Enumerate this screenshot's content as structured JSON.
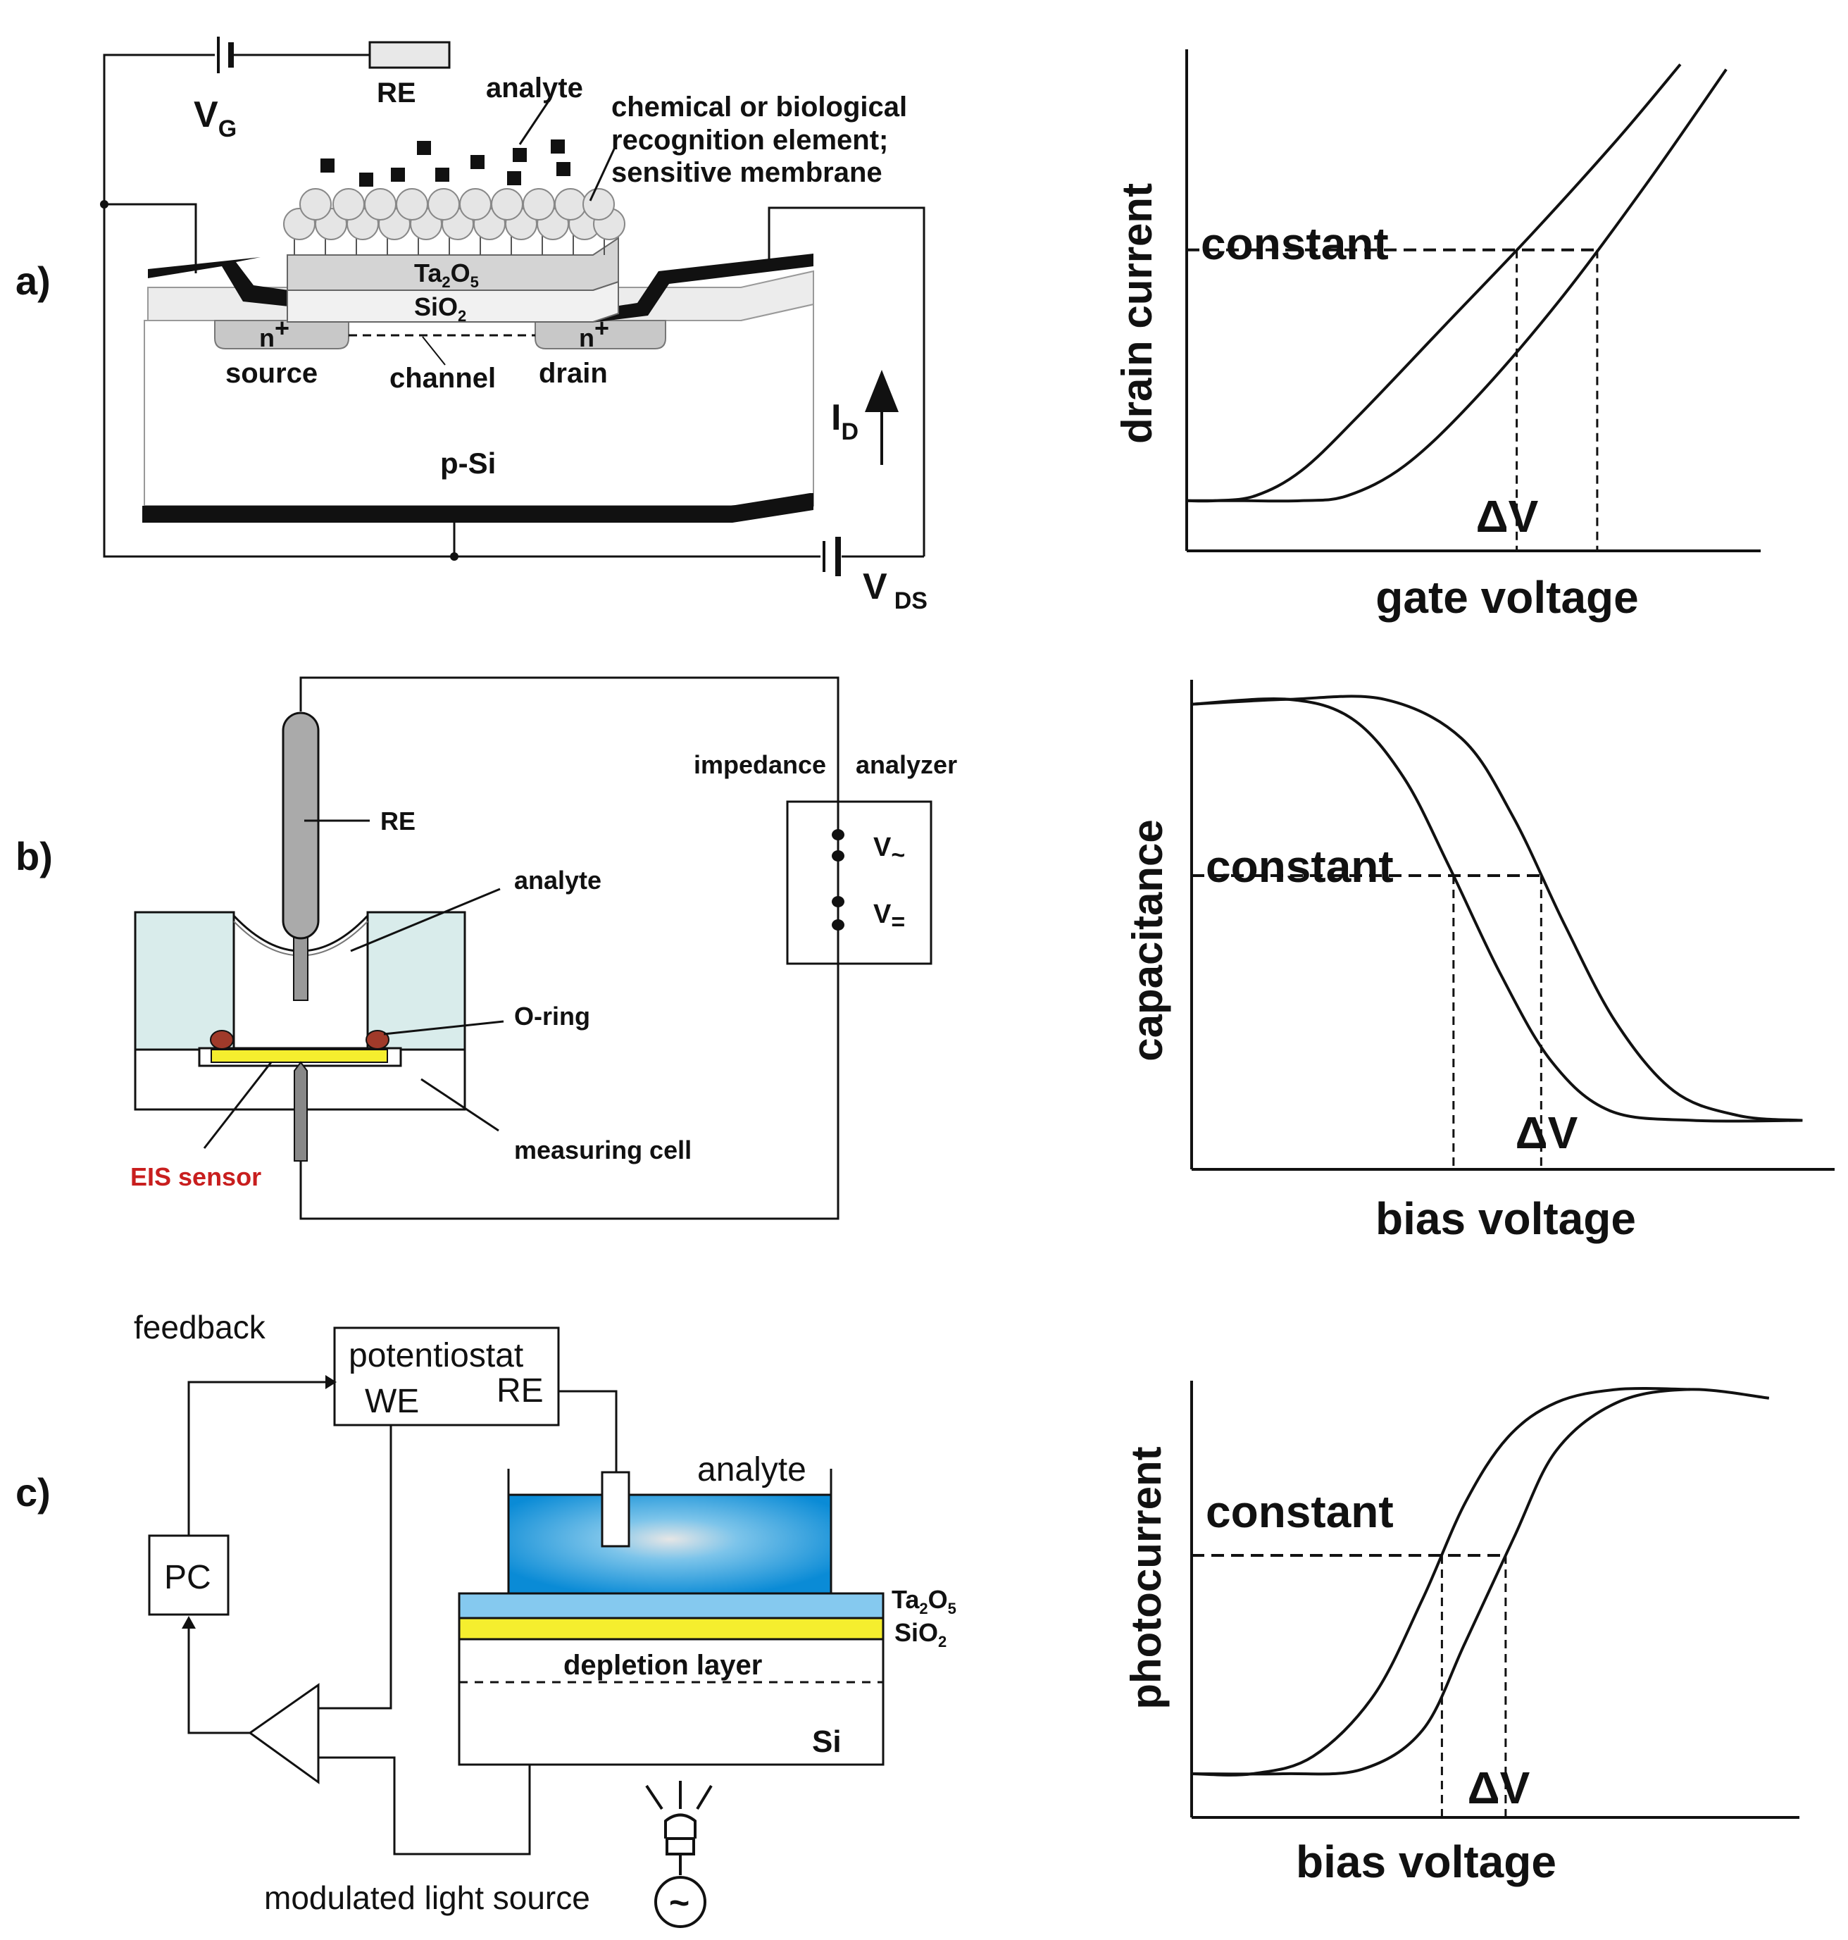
{
  "panels": {
    "a": {
      "letter": "a)",
      "vg_label": "V",
      "vg_sub": "G",
      "re_label": "RE",
      "analyte_label": "analyte",
      "recognition_line1": "chemical or biological",
      "recognition_line2": "recognition element;",
      "recognition_line3": "sensitive membrane",
      "ta2o5_label": "Ta",
      "ta2o5_sub1": "2",
      "ta2o5_mid": "O",
      "ta2o5_sub2": "5",
      "sio2_label": "SiO",
      "sio2_sub": "2",
      "nplus_left": "n",
      "nplus_right": "n",
      "plus": "+",
      "source_label": "source",
      "channel_label": "channel",
      "drain_label": "drain",
      "id_label": "I",
      "id_sub": "D",
      "psi_label": "p-Si",
      "vds_label": "V",
      "vds_sub": "DS"
    },
    "b": {
      "letter": "b)",
      "re_label": "RE",
      "analyte_label": "analyte",
      "oring_label": "O-ring",
      "measuring_cell_label": "measuring cell",
      "eis_sensor_label": "EIS sensor",
      "impedance_label": "impedance",
      "analyzer_label": "analyzer",
      "v_ac_label": "V",
      "v_ac_sym": "~",
      "v_dc_label": "V",
      "v_dc_sym": "="
    },
    "c": {
      "letter": "c)",
      "feedback_label": "feedback",
      "potentiostat_label": "potentiostat",
      "we_label": "WE",
      "re_label": "RE",
      "pc_label": "PC",
      "analyte_label": "analyte",
      "ta2o5_label": "Ta",
      "ta2o5_sub1": "2",
      "ta2o5_mid": "O",
      "ta2o5_sub2": "5",
      "sio2_label": "SiO",
      "sio2_sub": "2",
      "depletion_label": "depletion layer",
      "si_label": "Si",
      "light_source_label": "modulated light source",
      "tilde": "~"
    }
  },
  "chart_data": [
    {
      "type": "line",
      "xlabel": "gate voltage",
      "ylabel": "drain current",
      "annotations": [
        "constant",
        "ΔV"
      ],
      "curve_shape": "rising, saturating at zero on the left",
      "series": [
        {
          "x": [
            0,
            0.05,
            0.12,
            0.2,
            0.3,
            0.45,
            0.6,
            0.75,
            0.86
          ],
          "y": [
            0.1,
            0.1,
            0.11,
            0.16,
            0.27,
            0.45,
            0.63,
            0.82,
            0.97
          ]
        },
        {
          "x": [
            0,
            0.1,
            0.2,
            0.28,
            0.38,
            0.5,
            0.65,
            0.8,
            0.94
          ],
          "y": [
            0.1,
            0.1,
            0.1,
            0.11,
            0.17,
            0.3,
            0.5,
            0.73,
            0.96
          ]
        }
      ],
      "constant_level": 0.6,
      "grid": false
    },
    {
      "type": "line",
      "xlabel": "bias voltage",
      "ylabel": "capacitance",
      "annotations": [
        "constant",
        "ΔV"
      ],
      "curve_shape": "falling sigmoid",
      "series": [
        {
          "x": [
            0,
            0.15,
            0.25,
            0.33,
            0.4,
            0.48,
            0.56,
            0.65,
            0.78,
            0.95
          ],
          "y": [
            0.95,
            0.96,
            0.92,
            0.8,
            0.62,
            0.4,
            0.22,
            0.12,
            0.1,
            0.1
          ]
        },
        {
          "x": [
            0,
            0.15,
            0.3,
            0.42,
            0.5,
            0.58,
            0.66,
            0.75,
            0.85,
            0.95
          ],
          "y": [
            0.95,
            0.96,
            0.96,
            0.88,
            0.72,
            0.5,
            0.3,
            0.16,
            0.11,
            0.1
          ]
        }
      ],
      "constant_level": 0.6,
      "grid": false
    },
    {
      "type": "line",
      "xlabel": "bias voltage",
      "ylabel": "photocurrent",
      "annotations": [
        "constant",
        "ΔV"
      ],
      "curve_shape": "rising sigmoid",
      "series": [
        {
          "x": [
            0,
            0.1,
            0.2,
            0.3,
            0.38,
            0.45,
            0.52,
            0.6,
            0.7,
            0.82
          ],
          "y": [
            0.1,
            0.1,
            0.14,
            0.28,
            0.5,
            0.72,
            0.87,
            0.95,
            0.98,
            0.98
          ]
        },
        {
          "x": [
            0,
            0.15,
            0.28,
            0.38,
            0.45,
            0.53,
            0.6,
            0.7,
            0.82,
            0.95
          ],
          "y": [
            0.1,
            0.1,
            0.11,
            0.2,
            0.4,
            0.64,
            0.84,
            0.95,
            0.98,
            0.96
          ]
        }
      ],
      "constant_level": 0.6,
      "grid": false
    }
  ]
}
